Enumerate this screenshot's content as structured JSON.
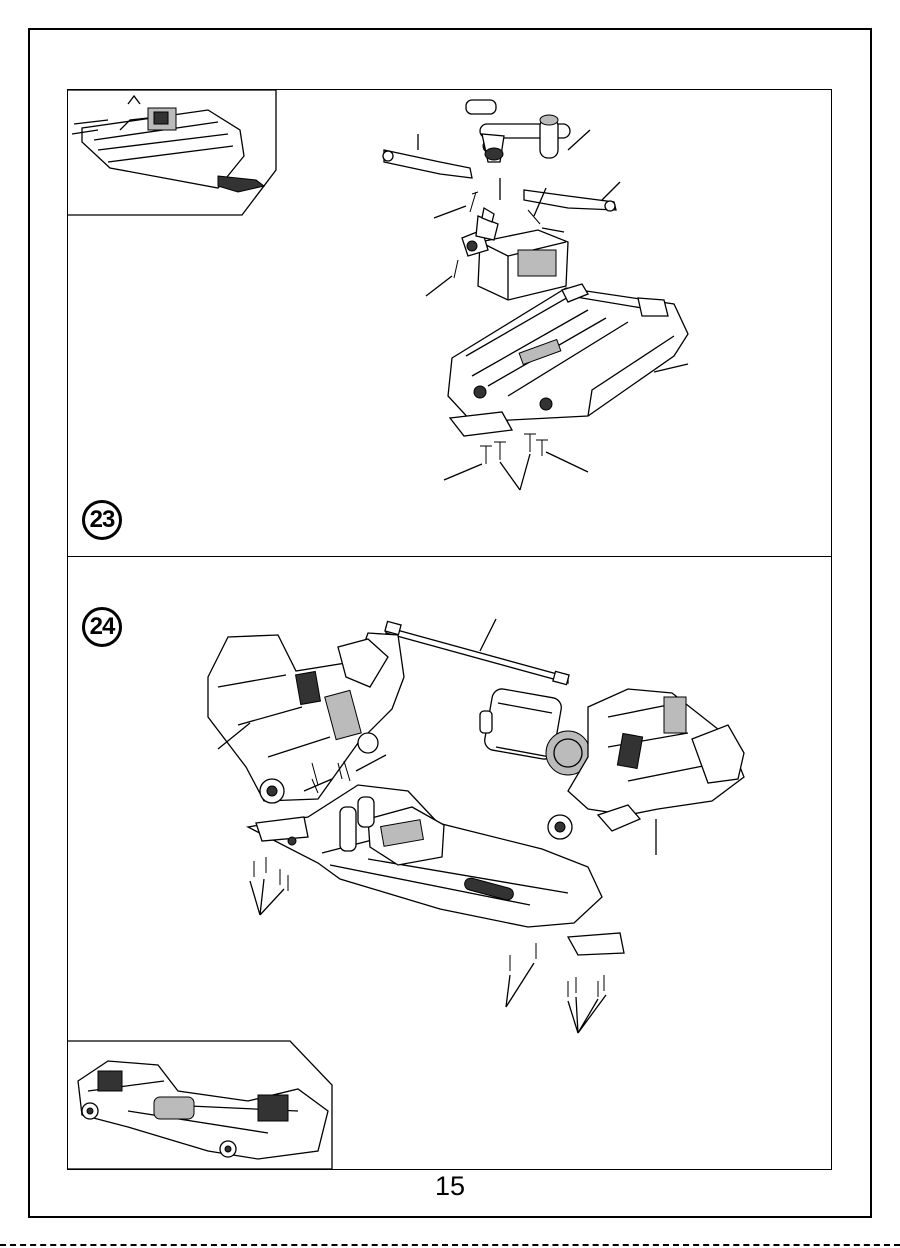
{
  "page": {
    "number": "15"
  },
  "steps": [
    {
      "id": "step-23",
      "number": "23"
    },
    {
      "id": "step-24",
      "number": "24"
    }
  ]
}
